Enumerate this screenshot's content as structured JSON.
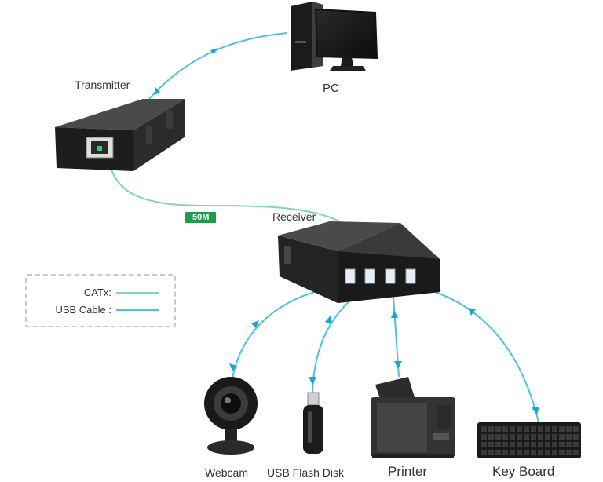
{
  "labels": {
    "transmitter": "Transmitter",
    "pc": "PC",
    "receiver": "Receiver",
    "distance": "50M",
    "webcam": "Webcam",
    "usb_flash_disk": "USB Flash Disk",
    "printer": "Printer",
    "keyboard": "Key Board"
  },
  "legend": {
    "catx_label": "CATx:",
    "usb_label": "USB  Cable :"
  },
  "colors": {
    "catx": "#7ed3b8",
    "usb": "#4fc0de",
    "arrow": "#1aa6cf",
    "badge": "#1e9c4a"
  },
  "icons": [
    "computer-icon",
    "transmitter-box-icon",
    "receiver-box-icon",
    "webcam-icon",
    "usb-flash-disk-icon",
    "printer-icon",
    "keyboard-icon"
  ]
}
